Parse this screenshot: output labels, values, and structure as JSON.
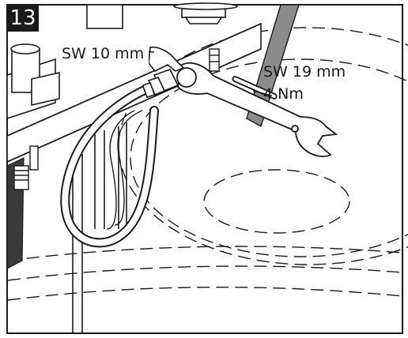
{
  "step": {
    "number": "13"
  },
  "callouts": {
    "small_wrench": "SW 10 mm",
    "large_wrench_size": "SW 19 mm",
    "torque": "4 Nm"
  },
  "colors": {
    "line": "#1a1a1a",
    "gray_part": "#8c8c8c",
    "dark_part": "#3a3a3a",
    "background": "#ffffff"
  }
}
